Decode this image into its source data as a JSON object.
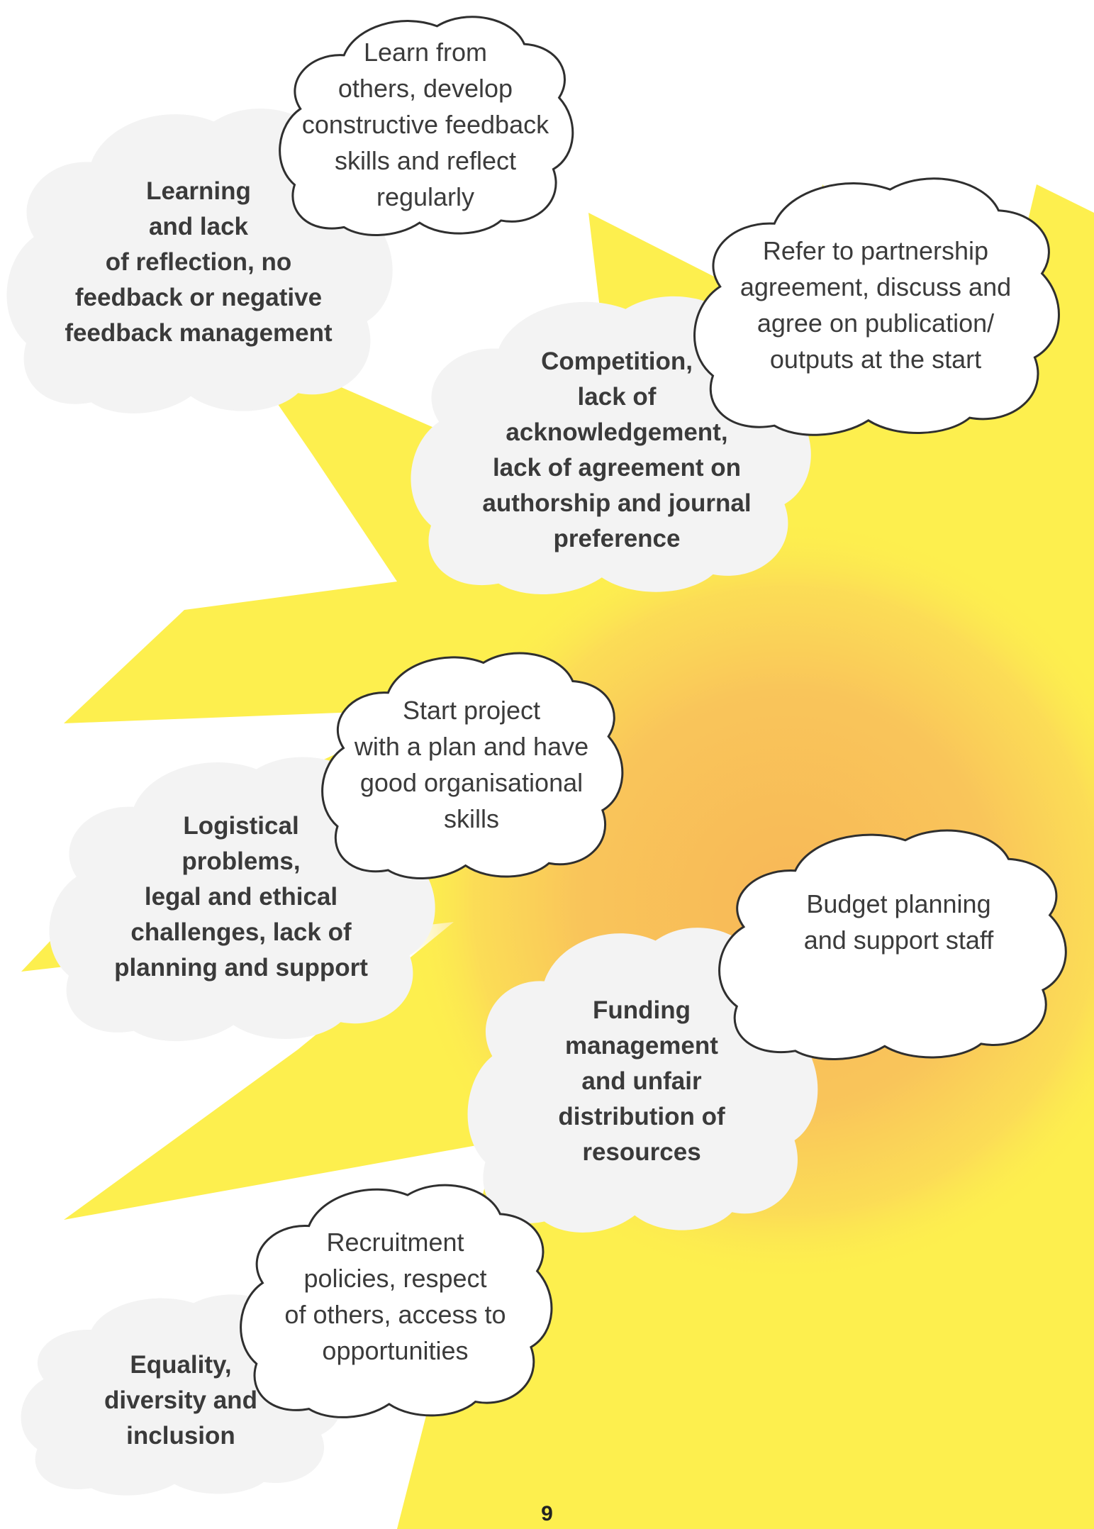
{
  "colors": {
    "sun_rays": "#fdef4e",
    "sun_core": "#f8bb56",
    "problem_cloud_fill": "#f3f3f3",
    "solution_cloud_fill": "#ffffff",
    "solution_cloud_stroke": "#2f2f2f"
  },
  "pairs": [
    {
      "problem": "Learning\nand lack\nof reflection, no\nfeedback or negative\nfeedback management",
      "solution": "Learn from\nothers, develop\nconstructive feedback\nskills and reflect\nregularly"
    },
    {
      "problem": "Competition,\nlack of\nacknowledgement,\nlack of agreement on\nauthorship and journal\npreference",
      "solution": "Refer to partnership\nagreement, discuss and\nagree on publication/\noutputs at the start"
    },
    {
      "problem": "Logistical\nproblems,\nlegal and ethical\nchallenges, lack of\nplanning and support",
      "solution": "Start project\nwith a plan and have\ngood organisational\nskills"
    },
    {
      "problem": "Funding\nmanagement\nand unfair\ndistribution of\nresources",
      "solution": "Budget planning\nand support staff"
    },
    {
      "problem": "Equality,\ndiversity and\ninclusion",
      "solution": "Recruitment\npolicies, respect\nof others, access to\nopportunities"
    }
  ],
  "page_number": "9"
}
